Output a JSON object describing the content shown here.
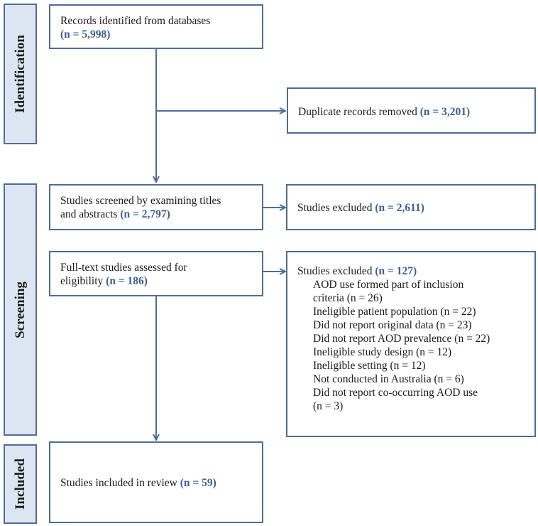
{
  "stages": {
    "identification": "Identification",
    "screening": "Screening",
    "included": "Included"
  },
  "boxes": {
    "records": {
      "text": "Records identified from databases",
      "n": "(n = 5,998)"
    },
    "duplicates": {
      "text": "Duplicate records removed",
      "n": "(n = 3,201)"
    },
    "screened": {
      "line1": "Studies screened by examining titles",
      "line2": "and abstracts",
      "n": "(n = 2,797)"
    },
    "excluded1": {
      "text": "Studies excluded",
      "n": "(n = 2,611)"
    },
    "fulltext": {
      "line1": "Full-text studies assessed for",
      "line2": "eligibility",
      "n": "(n = 186)"
    },
    "excluded2": {
      "text": "Studies excluded",
      "n": "(n = 127)",
      "reasons": [
        "AOD use formed part of inclusion",
        "criteria (n = 26)",
        "Ineligible patient population (n = 22)",
        "Did not report original data (n = 23)",
        "Did not report AOD prevalence (n = 22)",
        "Ineligible study design (n = 12)",
        "Ineligible setting (n = 12)",
        "Not conducted in Australia (n = 6)",
        "Did not report co-occurring AOD use",
        "(n = 3)"
      ]
    },
    "included": {
      "text": "Studies included in review",
      "n": "(n = 59)"
    }
  }
}
